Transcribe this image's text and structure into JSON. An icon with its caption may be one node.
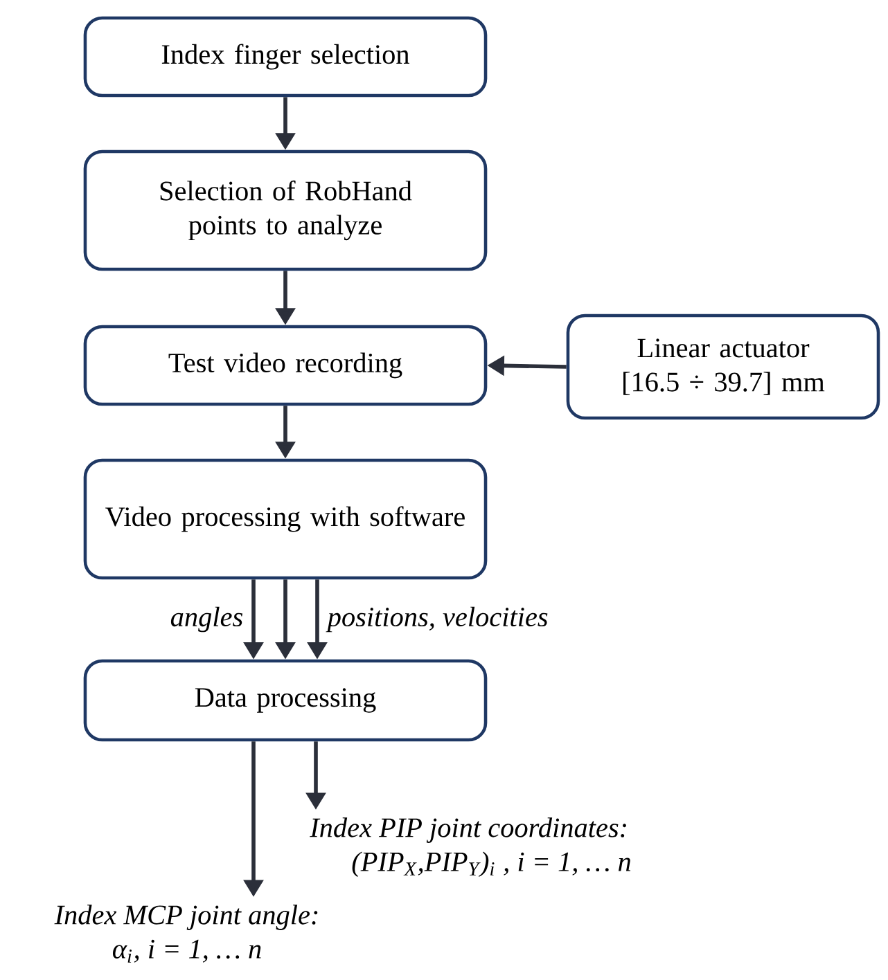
{
  "diagram": {
    "nodes": [
      {
        "text": [
          "Index finger selection"
        ]
      },
      {
        "text": [
          "Selection of RobHand points to analyze"
        ]
      },
      {
        "text": [
          "Test video recording"
        ]
      },
      {
        "text": [
          "Linear actuator [16.5 ÷ 39.7] mm"
        ]
      },
      {
        "text": [
          "Video processing with software"
        ]
      },
      {
        "text": [
          "Data processing"
        ]
      },
      {
        "text": [
          "Index PIP joint coordinates:",
          "(PIP$_{X}$,PIP$_{Y}$)$_{i}$ , i = 1, … n"
        ]
      },
      {
        "text": [
          "Index MCP joint angle:",
          "α$_{i}$, i = 1, … n"
        ]
      }
    ],
    "edges": [
      {
        "from": 0,
        "to": 1,
        "arrow": "to"
      },
      {
        "from": 1,
        "to": 2,
        "arrow": "to"
      },
      {
        "from": 3,
        "to": 2,
        "arrow": "to"
      },
      {
        "from": 2,
        "to": 4,
        "arrow": "to"
      },
      {
        "from": 4,
        "to": 5,
        "arrow": "to",
        "label": "angles"
      },
      {
        "from": 4,
        "to": 5,
        "arrow": "to"
      },
      {
        "from": 4,
        "to": 5,
        "arrow": "to",
        "label": "positions, velocities"
      },
      {
        "from": 5,
        "to": 6,
        "arrow": "to"
      },
      {
        "from": 5,
        "to": 7,
        "arrow": "to"
      }
    ]
  }
}
